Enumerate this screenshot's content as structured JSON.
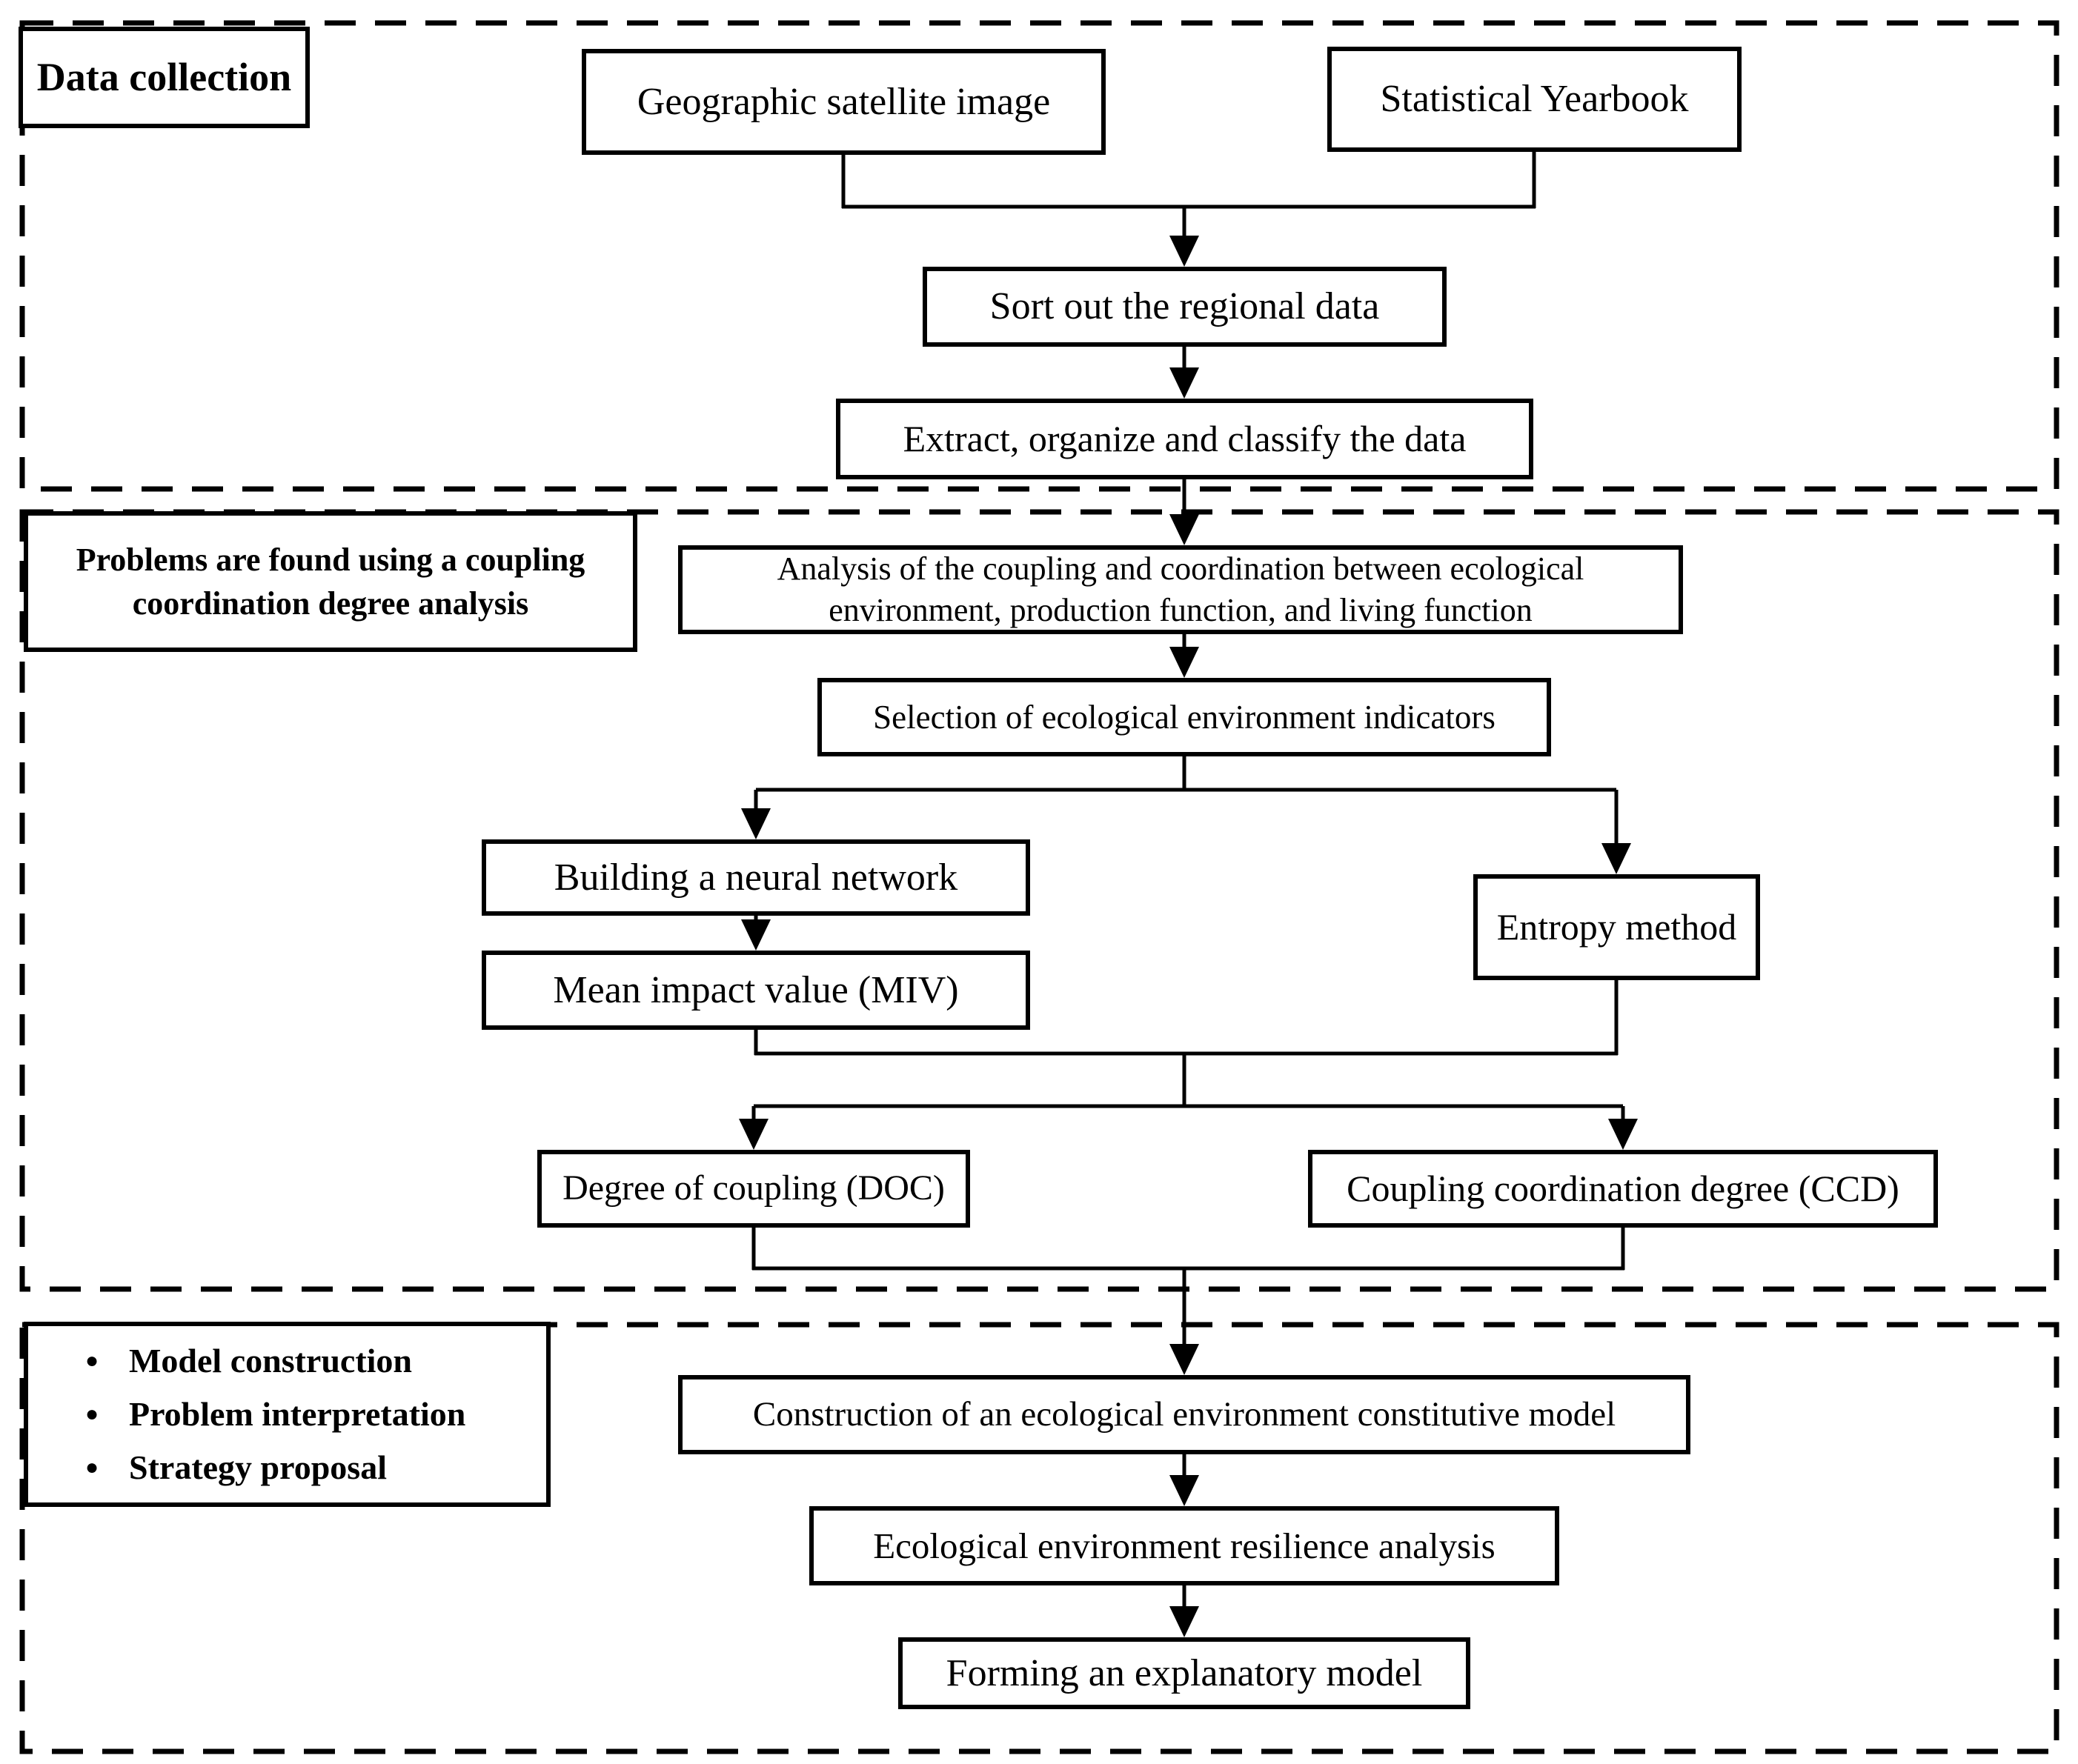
{
  "figure": {
    "type": "flowchart",
    "background": "#ffffff",
    "line_color": "#000000"
  },
  "sections": [
    {
      "title": "Data collection",
      "nodes": {
        "geographic": "Geographic satellite image",
        "yearbook": "Statistical Yearbook",
        "sort": "Sort out the regional data",
        "extract": "Extract, organize and classify the data"
      }
    },
    {
      "title": "Problems are found using a coupling coordination degree analysis",
      "nodes": {
        "analysis": "Analysis of the coupling and coordination between ecological environment, production function, and living function",
        "selection": "Selection of ecological environment indicators",
        "neural": "Building a neural network",
        "miv": "Mean impact value (MIV)",
        "entropy": "Entropy method",
        "doc": "Degree of coupling (DOC)",
        "ccd": "Coupling coordination degree (CCD)"
      }
    },
    {
      "bullet_glyph": "●",
      "title_items": [
        "Model construction",
        "Problem interpretation",
        "Strategy proposal"
      ],
      "nodes": {
        "construction": "Construction of an ecological environment constitutive model",
        "resilience": "Ecological environment resilience analysis",
        "forming": "Forming an explanatory model"
      }
    }
  ]
}
